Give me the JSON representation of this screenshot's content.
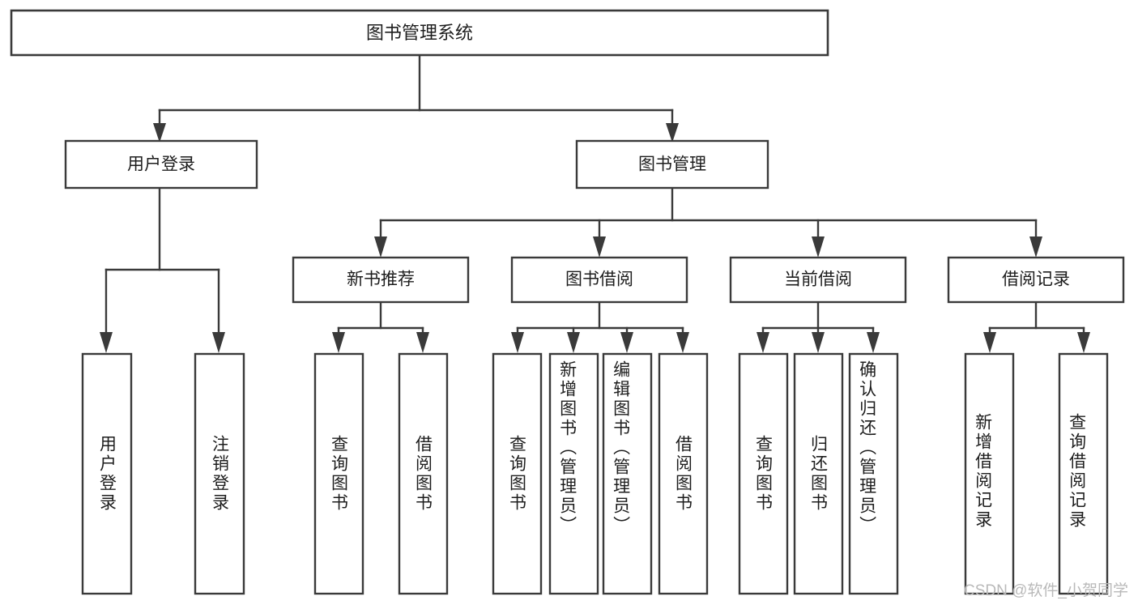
{
  "diagram": {
    "type": "tree-hierarchy",
    "title": "图书管理系统",
    "orientation": "top-down",
    "colors": {
      "box_stroke": "#3a3a3a",
      "box_fill": "#ffffff",
      "edge": "#3a3a3a",
      "text": "#1d1d1d",
      "background": "#ffffff",
      "watermark": "#b9b9b9"
    },
    "levels": {
      "root": {
        "label": "图书管理系统"
      },
      "level2": [
        {
          "label": "用户登录"
        },
        {
          "label": "图书管理"
        }
      ],
      "level3": [
        {
          "label": "新书推荐"
        },
        {
          "label": "图书借阅"
        },
        {
          "label": "当前借阅"
        },
        {
          "label": "借阅记录"
        }
      ],
      "leaves": {
        "user_login": [
          {
            "label": "用户登录"
          },
          {
            "label": "注销登录"
          }
        ],
        "new_book_recommend": [
          {
            "label": "查询图书"
          },
          {
            "label": "借阅图书"
          }
        ],
        "book_borrow": [
          {
            "label": "查询图书"
          },
          {
            "label": "新增图书（管理员）"
          },
          {
            "label": "编辑图书（管理员）"
          },
          {
            "label": "借阅图书"
          }
        ],
        "current_borrow": [
          {
            "label": "查询图书"
          },
          {
            "label": "归还图书"
          },
          {
            "label": "确认归还（管理员）"
          }
        ],
        "borrow_record": [
          {
            "label": "新增借阅记录"
          },
          {
            "label": "查询借阅记录"
          }
        ]
      }
    },
    "watermark": "CSDN @软件_小贺同学"
  }
}
